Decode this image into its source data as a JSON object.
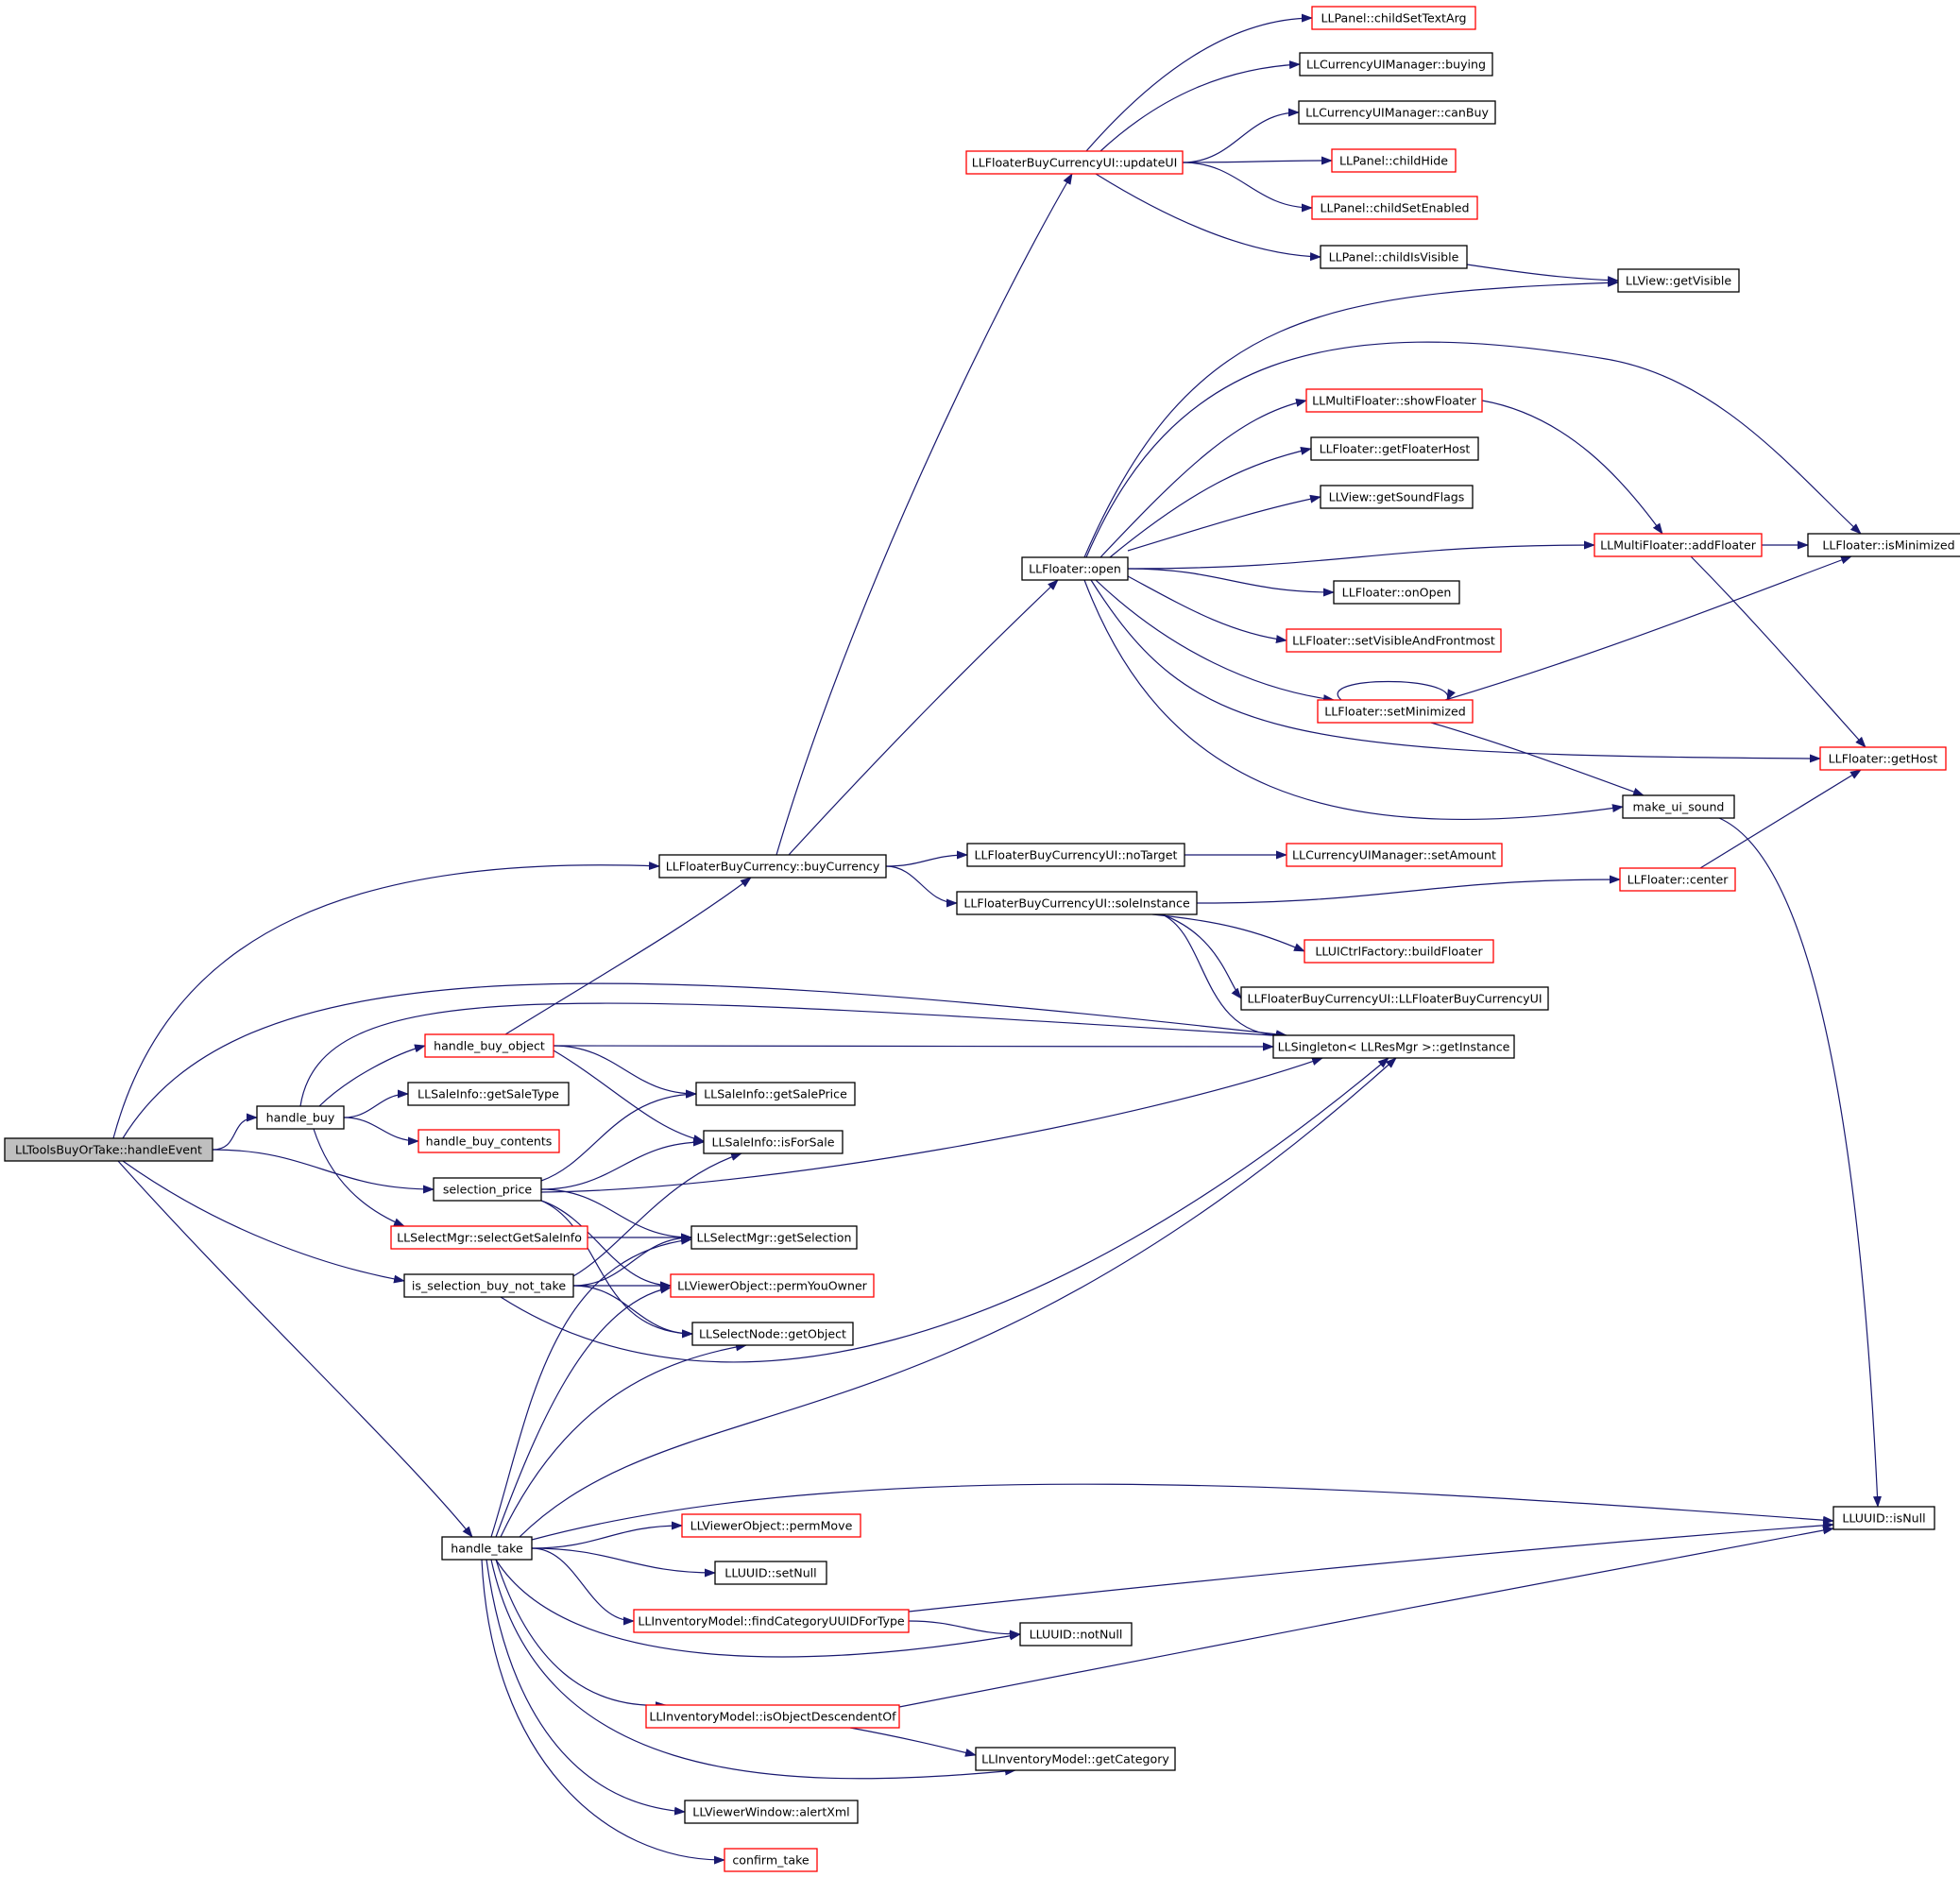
{
  "graph": {
    "colors": {
      "edge": "#191970",
      "root_fill": "#bfbfbf",
      "border_documented": "#000000",
      "border_truncated": "#ff0000",
      "text": "#000000"
    },
    "nodes": [
      {
        "id": "root",
        "label": "LLToolsBuyOrTake::handleEvent",
        "style": "root"
      },
      {
        "id": "hbuy",
        "label": "handle_buy",
        "style": "black"
      },
      {
        "id": "hbobj",
        "label": "handle_buy_object",
        "style": "red"
      },
      {
        "id": "getSaleType",
        "label": "LLSaleInfo::getSaleType",
        "style": "black"
      },
      {
        "id": "hbcont",
        "label": "handle_buy_contents",
        "style": "red"
      },
      {
        "id": "selprice",
        "label": "selection_price",
        "style": "black"
      },
      {
        "id": "selGetSale",
        "label": "LLSelectMgr::selectGetSaleInfo",
        "style": "red"
      },
      {
        "id": "isSelBuy",
        "label": "is_selection_buy_not_take",
        "style": "black"
      },
      {
        "id": "htake",
        "label": "handle_take",
        "style": "black"
      },
      {
        "id": "buyCurrency",
        "label": "LLFloaterBuyCurrency::buyCurrency",
        "style": "black"
      },
      {
        "id": "updateUI",
        "label": "LLFloaterBuyCurrencyUI::updateUI",
        "style": "red"
      },
      {
        "id": "noTarget",
        "label": "LLFloaterBuyCurrencyUI::noTarget",
        "style": "black"
      },
      {
        "id": "soleInstance",
        "label": "LLFloaterBuyCurrencyUI::soleInstance",
        "style": "black"
      },
      {
        "id": "flOpen",
        "label": "LLFloater::open",
        "style": "black"
      },
      {
        "id": "childSetTextArg",
        "label": "LLPanel::childSetTextArg",
        "style": "red"
      },
      {
        "id": "buying",
        "label": "LLCurrencyUIManager::buying",
        "style": "black"
      },
      {
        "id": "canBuy",
        "label": "LLCurrencyUIManager::canBuy",
        "style": "black"
      },
      {
        "id": "childHide",
        "label": "LLPanel::childHide",
        "style": "red"
      },
      {
        "id": "childSetEnabled",
        "label": "LLPanel::childSetEnabled",
        "style": "red"
      },
      {
        "id": "childIsVisible",
        "label": "LLPanel::childIsVisible",
        "style": "black"
      },
      {
        "id": "getVisible",
        "label": "LLView::getVisible",
        "style": "black"
      },
      {
        "id": "showFloater",
        "label": "LLMultiFloater::showFloater",
        "style": "red"
      },
      {
        "id": "getFloaterHost",
        "label": "LLFloater::getFloaterHost",
        "style": "black"
      },
      {
        "id": "getSoundFlags",
        "label": "LLView::getSoundFlags",
        "style": "black"
      },
      {
        "id": "addFloater",
        "label": "LLMultiFloater::addFloater",
        "style": "red"
      },
      {
        "id": "isMinimized",
        "label": "LLFloater::isMinimized",
        "style": "black"
      },
      {
        "id": "onOpen",
        "label": "LLFloater::onOpen",
        "style": "black"
      },
      {
        "id": "setVisFront",
        "label": "LLFloater::setVisibleAndFrontmost",
        "style": "red"
      },
      {
        "id": "setMinimized",
        "label": "LLFloater::setMinimized",
        "style": "red"
      },
      {
        "id": "getHost",
        "label": "LLFloater::getHost",
        "style": "red"
      },
      {
        "id": "makeUiSound",
        "label": "make_ui_sound",
        "style": "black"
      },
      {
        "id": "setAmount",
        "label": "LLCurrencyUIManager::setAmount",
        "style": "red"
      },
      {
        "id": "center",
        "label": "LLFloater::center",
        "style": "red"
      },
      {
        "id": "buildFloater",
        "label": "LLUICtrlFactory::buildFloater",
        "style": "red"
      },
      {
        "id": "ctor",
        "label": "LLFloaterBuyCurrencyUI::LLFloaterBuyCurrencyUI",
        "style": "black"
      },
      {
        "id": "getInstance",
        "label": "LLSingleton< LLResMgr >::getInstance",
        "style": "black"
      },
      {
        "id": "getSalePrice",
        "label": "LLSaleInfo::getSalePrice",
        "style": "black"
      },
      {
        "id": "isForSale",
        "label": "LLSaleInfo::isForSale",
        "style": "black"
      },
      {
        "id": "getSelection",
        "label": "LLSelectMgr::getSelection",
        "style": "black"
      },
      {
        "id": "permYouOwner",
        "label": "LLViewerObject::permYouOwner",
        "style": "red"
      },
      {
        "id": "getObject",
        "label": "LLSelectNode::getObject",
        "style": "black"
      },
      {
        "id": "isNull",
        "label": "LLUUID::isNull",
        "style": "black"
      },
      {
        "id": "permMove",
        "label": "LLViewerObject::permMove",
        "style": "red"
      },
      {
        "id": "setNull",
        "label": "LLUUID::setNull",
        "style": "black"
      },
      {
        "id": "findCat",
        "label": "LLInventoryModel::findCategoryUUIDForType",
        "style": "red"
      },
      {
        "id": "notNull",
        "label": "LLUUID::notNull",
        "style": "black"
      },
      {
        "id": "isObjDesc",
        "label": "LLInventoryModel::isObjectDescendentOf",
        "style": "red"
      },
      {
        "id": "getCategory",
        "label": "LLInventoryModel::getCategory",
        "style": "black"
      },
      {
        "id": "alertXml",
        "label": "LLViewerWindow::alertXml",
        "style": "black"
      },
      {
        "id": "confirmTake",
        "label": "confirm_take",
        "style": "red"
      }
    ],
    "edges": [
      [
        "root",
        "buyCurrency"
      ],
      [
        "root",
        "getInstance"
      ],
      [
        "root",
        "hbuy"
      ],
      [
        "root",
        "selprice"
      ],
      [
        "root",
        "isSelBuy"
      ],
      [
        "root",
        "htake"
      ],
      [
        "hbuy",
        "hbobj"
      ],
      [
        "hbuy",
        "getSaleType"
      ],
      [
        "hbuy",
        "hbcont"
      ],
      [
        "hbuy",
        "selGetSale"
      ],
      [
        "hbuy",
        "getInstance"
      ],
      [
        "hbobj",
        "buyCurrency"
      ],
      [
        "hbobj",
        "getInstance"
      ],
      [
        "hbobj",
        "getSalePrice"
      ],
      [
        "hbobj",
        "isForSale"
      ],
      [
        "selprice",
        "getSalePrice"
      ],
      [
        "selprice",
        "isForSale"
      ],
      [
        "selprice",
        "getInstance"
      ],
      [
        "selprice",
        "getSelection"
      ],
      [
        "selprice",
        "permYouOwner"
      ],
      [
        "selprice",
        "getObject"
      ],
      [
        "selGetSale",
        "getSelection"
      ],
      [
        "isSelBuy",
        "isForSale"
      ],
      [
        "isSelBuy",
        "getSelection"
      ],
      [
        "isSelBuy",
        "permYouOwner"
      ],
      [
        "isSelBuy",
        "getObject"
      ],
      [
        "isSelBuy",
        "getInstance"
      ],
      [
        "htake",
        "getSelection"
      ],
      [
        "htake",
        "permYouOwner"
      ],
      [
        "htake",
        "getObject"
      ],
      [
        "htake",
        "getInstance"
      ],
      [
        "htake",
        "isNull"
      ],
      [
        "htake",
        "permMove"
      ],
      [
        "htake",
        "setNull"
      ],
      [
        "htake",
        "findCat"
      ],
      [
        "htake",
        "notNull"
      ],
      [
        "htake",
        "isObjDesc"
      ],
      [
        "htake",
        "getCategory"
      ],
      [
        "htake",
        "alertXml"
      ],
      [
        "htake",
        "confirmTake"
      ],
      [
        "buyCurrency",
        "updateUI"
      ],
      [
        "buyCurrency",
        "flOpen"
      ],
      [
        "buyCurrency",
        "noTarget"
      ],
      [
        "buyCurrency",
        "soleInstance"
      ],
      [
        "updateUI",
        "childSetTextArg"
      ],
      [
        "updateUI",
        "buying"
      ],
      [
        "updateUI",
        "canBuy"
      ],
      [
        "updateUI",
        "childHide"
      ],
      [
        "updateUI",
        "childSetEnabled"
      ],
      [
        "updateUI",
        "childIsVisible"
      ],
      [
        "childIsVisible",
        "getVisible"
      ],
      [
        "flOpen",
        "getVisible"
      ],
      [
        "flOpen",
        "isMinimized"
      ],
      [
        "flOpen",
        "showFloater"
      ],
      [
        "flOpen",
        "getFloaterHost"
      ],
      [
        "flOpen",
        "getSoundFlags"
      ],
      [
        "flOpen",
        "addFloater"
      ],
      [
        "flOpen",
        "onOpen"
      ],
      [
        "flOpen",
        "setVisFront"
      ],
      [
        "flOpen",
        "setMinimized"
      ],
      [
        "flOpen",
        "getHost"
      ],
      [
        "flOpen",
        "makeUiSound"
      ],
      [
        "showFloater",
        "addFloater"
      ],
      [
        "addFloater",
        "isMinimized"
      ],
      [
        "addFloater",
        "getHost"
      ],
      [
        "setMinimized",
        "setMinimized"
      ],
      [
        "setMinimized",
        "isMinimized"
      ],
      [
        "setMinimized",
        "makeUiSound"
      ],
      [
        "makeUiSound",
        "isNull"
      ],
      [
        "noTarget",
        "setAmount"
      ],
      [
        "soleInstance",
        "center"
      ],
      [
        "soleInstance",
        "buildFloater"
      ],
      [
        "soleInstance",
        "ctor"
      ],
      [
        "soleInstance",
        "getInstance"
      ],
      [
        "center",
        "getHost"
      ],
      [
        "findCat",
        "isNull"
      ],
      [
        "findCat",
        "notNull"
      ],
      [
        "isObjDesc",
        "isNull"
      ],
      [
        "isObjDesc",
        "getCategory"
      ]
    ]
  }
}
